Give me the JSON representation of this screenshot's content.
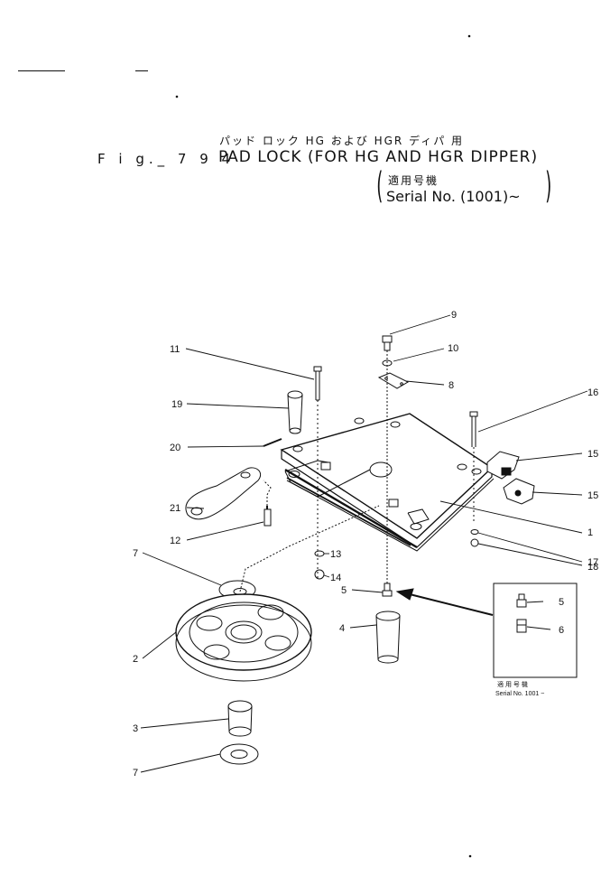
{
  "header": {
    "jp_title": "パッド ロック    HG および HGR ディパ 用",
    "fig_label": "F i g._ 7 9 4",
    "title": "PAD LOCK (FOR HG AND HGR DIPPER)",
    "applicable_jp": "適用号機",
    "serial": "Serial No. (1001)~"
  },
  "inset": {
    "applicable_jp": "適 用 号 機",
    "serial": "Serial No. 1001 ~"
  },
  "callouts": {
    "c9": "9",
    "c10": "10",
    "c8": "8",
    "c16": "16",
    "c15a": "15",
    "c15b": "15",
    "c1": "1",
    "c17": "17",
    "c18": "18",
    "c11": "11",
    "c19": "19",
    "c20": "20",
    "c21": "21",
    "c12": "12",
    "c13": "13",
    "c14": "14",
    "c7a": "7",
    "c2": "2",
    "c3": "3",
    "c7b": "7",
    "c5": "5",
    "c4": "4",
    "c5i": "5",
    "c6i": "6"
  }
}
